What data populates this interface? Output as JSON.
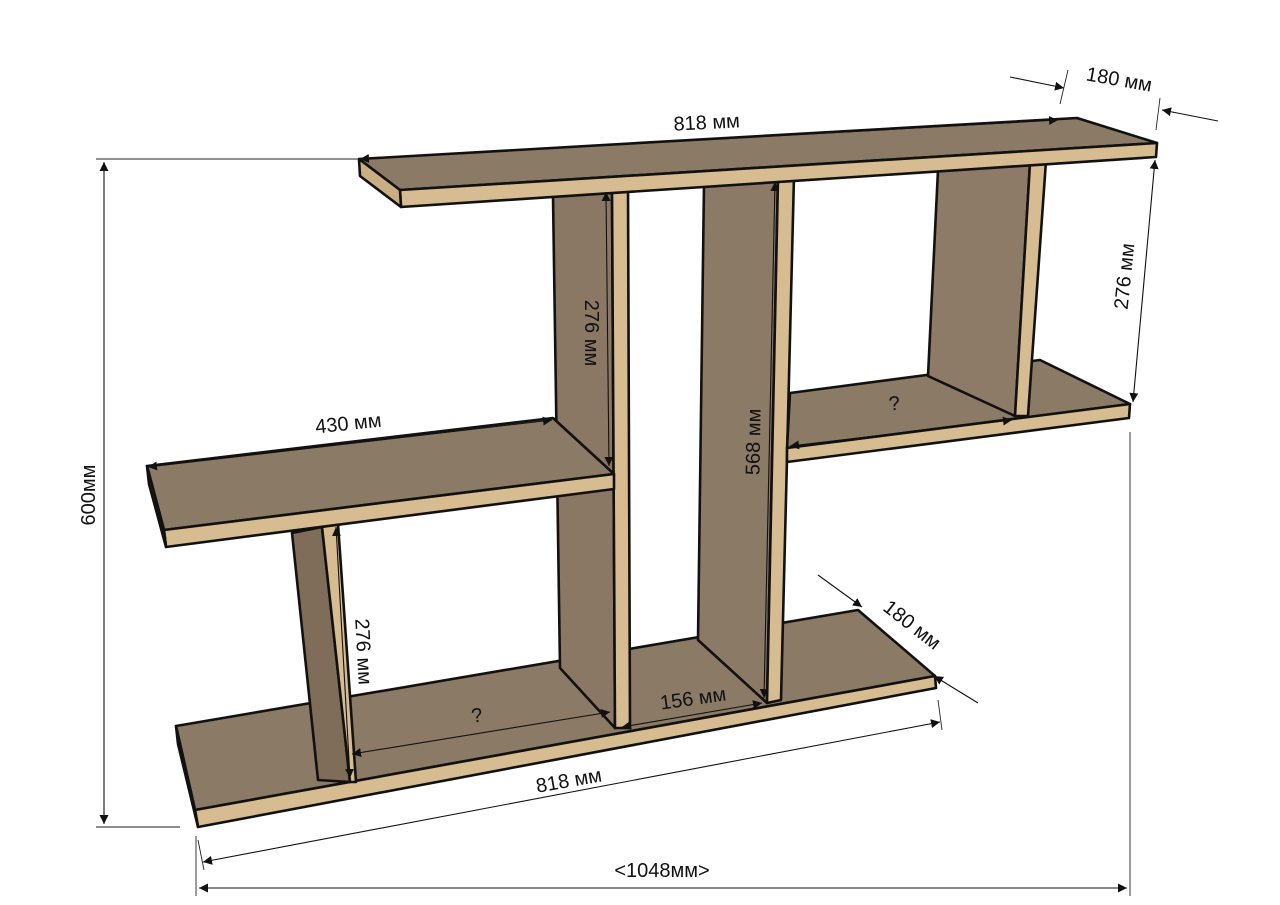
{
  "diagram": {
    "labels": {
      "top_width": "818 мм",
      "top_depth": "180 мм",
      "right_height": "276 мм",
      "middle_left_height": "276 мм",
      "left_shelf_width": "430 мм",
      "center_height": "568 мм",
      "right_gap": "?",
      "lower_left_height": "276 мм",
      "bottom_depth": "180 мм",
      "bottom_gap": "?",
      "center_gap": "156 мм",
      "bottom_width": "818 мм",
      "total_height": "600мм",
      "total_width": "<1048мм>"
    },
    "colors": {
      "board_top": "#8b7a66",
      "board_edge": "#d7bc92",
      "board_side": "#7f6d5a",
      "board_dark": "#6e5f4e",
      "outline": "#111111",
      "dimension": "#111111",
      "background": "#ffffff"
    }
  }
}
